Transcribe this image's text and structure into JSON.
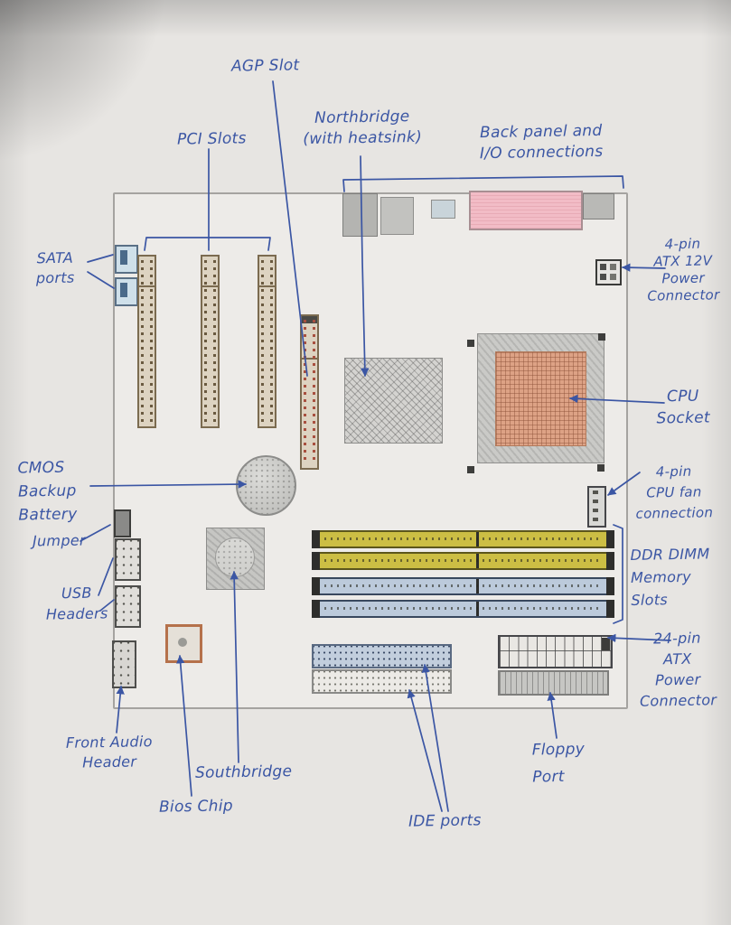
{
  "meta": {
    "description": "Hand-drawn motherboard diagram with blue ink annotations"
  },
  "colors": {
    "ink": "#3b56a4",
    "paper": "#e7e5e2",
    "board_fill": "#edebe8",
    "board_outline": "#a5a3a0",
    "pci_fill": "#ddd3c1",
    "pci_border": "#7b6b50",
    "agp_accent": "#a8503f",
    "heatsink_gray": "#d4d3d0",
    "cpu_pad": "#dda285",
    "backpanel_pink": "#f2bcc6",
    "sata_blue": "#cfe0ea",
    "dimm_yellow": "#ccbe44",
    "dimm_blue": "#bccadb",
    "bios_orange": "#b5714b"
  },
  "labels": {
    "agp": "AGP Slot",
    "pci": "PCI Slots",
    "northbridge": "Northbridge\n(with heatsink)",
    "back_panel": "Back panel and\nI/O connections",
    "atx12v": "4-pin\nATX 12V\nPower\nConnector",
    "sata": "SATA\nports",
    "cpu_socket": "CPU\nSocket",
    "cmos": "CMOS\nBackup\nBattery",
    "cpu_fan": "4-pin\nCPU fan\nconnection",
    "jumper": "Jumper",
    "dimm": "DDR DIMM\nMemory\nSlots",
    "usb": "USB\nHeaders",
    "atx24": "24-pin\nATX\nPower\nConnector",
    "front_audio": "Front Audio\nHeader",
    "southbridge": "Southbridge",
    "bios": "Bios Chip",
    "ide": "IDE ports",
    "floppy": "Floppy\nPort"
  },
  "components": {
    "pci_slot_count": 3,
    "dimm_slot_count": 4,
    "ide_port_count": 2,
    "sata_port_count": 2,
    "usb_header_count": 2
  }
}
